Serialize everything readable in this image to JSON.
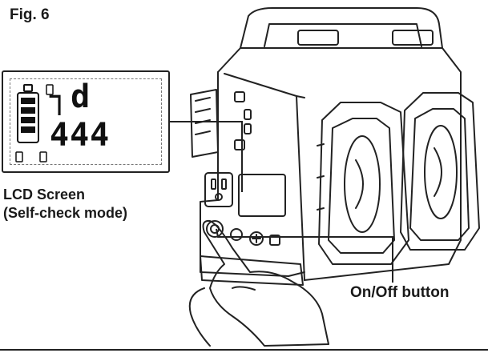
{
  "figure": {
    "title": "Fig. 6"
  },
  "lcd": {
    "top_readout": "┐d",
    "bottom_readout": "444",
    "caption_line1": "LCD Screen",
    "caption_line2": "(Self-check mode)"
  },
  "labels": {
    "on_off_button": "On/Off button"
  },
  "icons": {
    "battery": "battery-level-icon",
    "hand": "pointing-hand-icon",
    "outlet": "ac-outlet-icon"
  }
}
